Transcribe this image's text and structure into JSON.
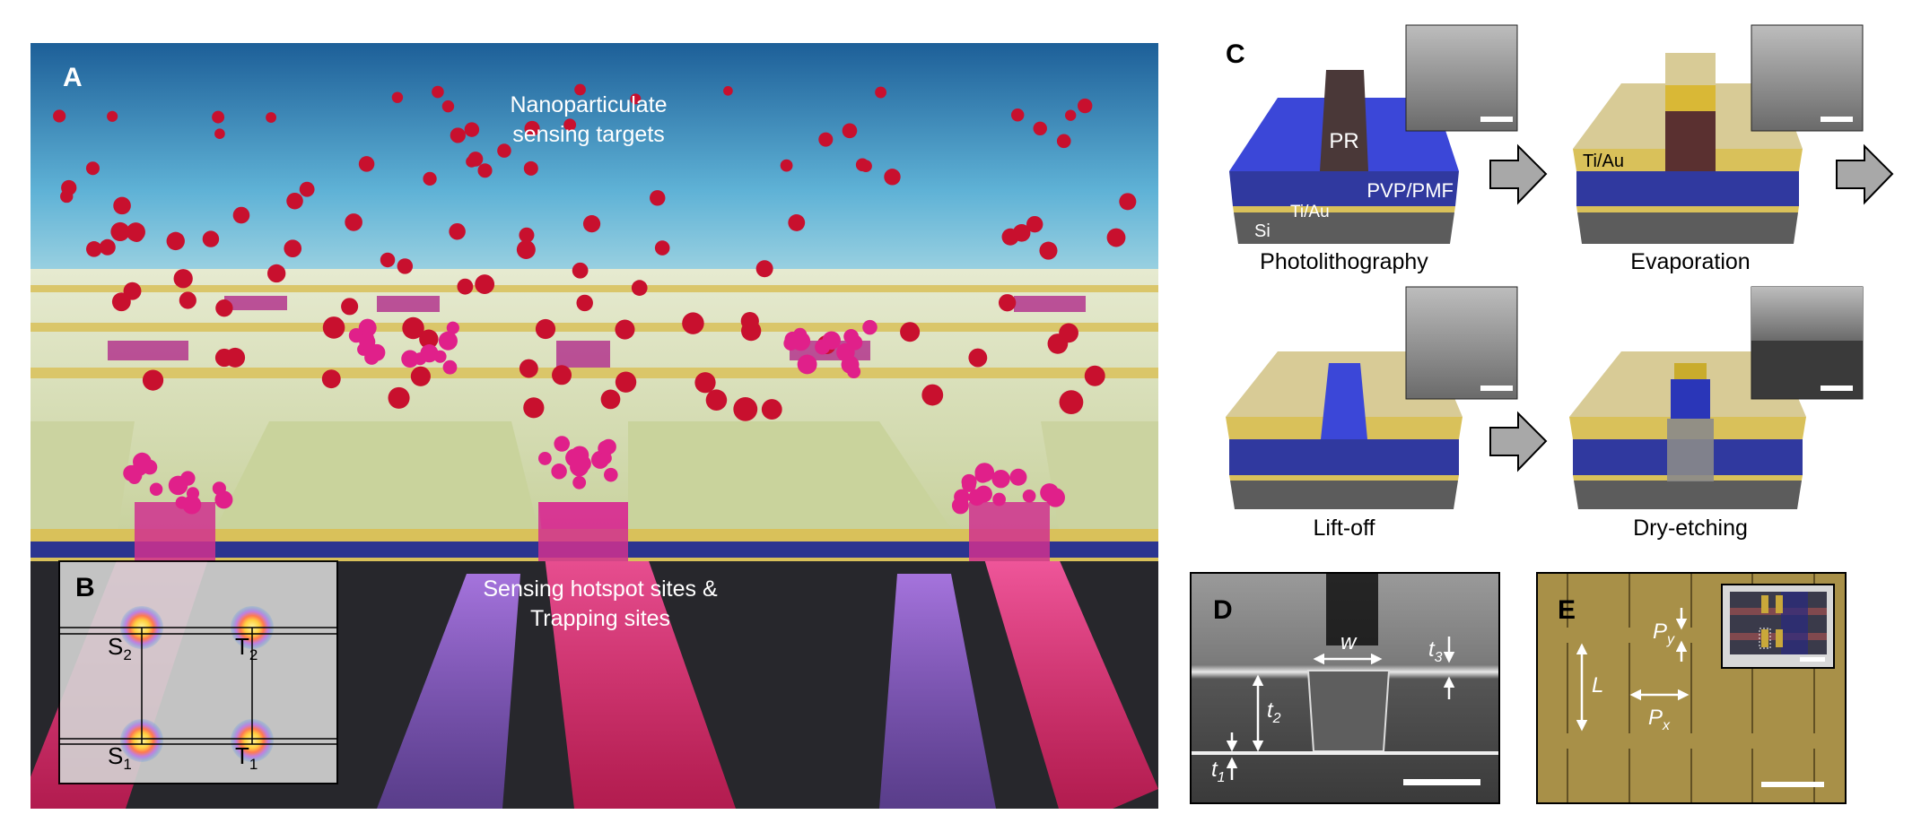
{
  "panels": {
    "A": {
      "label": "A",
      "top_caption": [
        "Nanoparticulate",
        "sensing targets"
      ],
      "bottom_caption": [
        "Sensing hotspot sites &",
        "Trapping sites"
      ]
    },
    "B": {
      "label": "B",
      "sites": [
        {
          "letter": "S",
          "sub": "2"
        },
        {
          "letter": "T",
          "sub": "2"
        },
        {
          "letter": "S",
          "sub": "1"
        },
        {
          "letter": "T",
          "sub": "1"
        }
      ]
    },
    "C": {
      "label": "C",
      "steps": [
        "Photolithography",
        "Evaporation",
        "Lift-off",
        "Dry-etching"
      ],
      "layers": {
        "pr": "PR",
        "polymer": "PVP/PMF",
        "metal": "Ti/Au",
        "substrate": "Si",
        "metal_top": "Ti/Au"
      }
    },
    "D": {
      "label": "D",
      "w": "w",
      "t1": {
        "letter": "t",
        "sub": "1"
      },
      "t2": {
        "letter": "t",
        "sub": "2"
      },
      "t3": {
        "letter": "t",
        "sub": "3"
      }
    },
    "E": {
      "label": "E",
      "L": "L",
      "Px": {
        "letter": "P",
        "sub": "x"
      },
      "Py": {
        "letter": "P",
        "sub": "y"
      }
    }
  },
  "colors": {
    "polymer": "#3238a0",
    "gold": "#d9c15a",
    "silicon": "#5c5c5c",
    "particle": "#c8102e",
    "hotspot": "#ff3d8f",
    "device": "#a89048"
  }
}
